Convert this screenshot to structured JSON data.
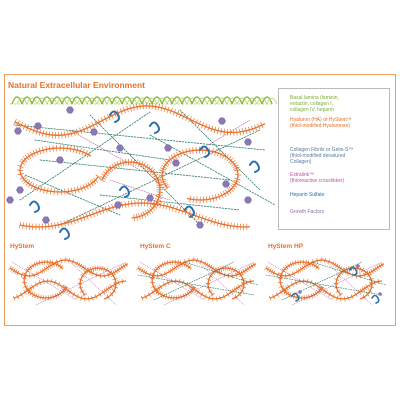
{
  "titles": {
    "main": "Natural Extracellular Environment",
    "hystem": "HyStem",
    "hystem_c": "HyStem C",
    "hystem_hp": "HyStem HP"
  },
  "legend": [
    {
      "text": "Basal lamina (laminin,\nentactin, collagen I,\ncollagen IV, heparin",
      "color": "#7cae3a",
      "icon": "basal-lamina-icon"
    },
    {
      "text": "Hyaluron (HA) or HyStem™\n(thiol-modified Hyaluronan)",
      "color": "#e8702a",
      "icon": "hyaluronan-chain-icon"
    },
    {
      "text": "Collagen Fibrils or Gelin-S™\n(thiol-modified denatured\nCollagen)",
      "color": "#2e7d6e",
      "icon": "collagen-fibril-icon"
    },
    {
      "text": "Extralink™\n(thioreactive crosslinker)",
      "color": "#c050a0",
      "icon": "crosslinker-icon"
    },
    {
      "text": "Heparin Sulfate",
      "color": "#2a70b0",
      "icon": "heparin-sulfate-icon"
    },
    {
      "text": "Growth Factors",
      "color": "#8a70a8",
      "icon": "growth-factor-icon"
    }
  ],
  "colors": {
    "orange": "#e8702a",
    "green": "#8ab840",
    "teal": "#2e7d6e",
    "magenta": "#c050a0",
    "blue": "#2a70b0",
    "purple": "#8a78b8"
  }
}
